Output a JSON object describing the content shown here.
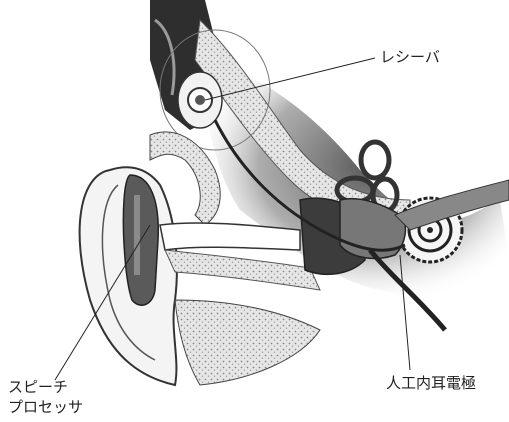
{
  "figure": {
    "labels": {
      "receiver": "レシーバ",
      "electrode": "人工内耳電極",
      "speech_processor_line1": "スピーチ",
      "speech_processor_line2": "プロセッサ"
    }
  },
  "colors": {
    "ink": "#222222",
    "shadow": "#3a3a3a",
    "device": "#5a5a5a",
    "tissue": "#d9d9d9",
    "background": "#ffffff"
  }
}
